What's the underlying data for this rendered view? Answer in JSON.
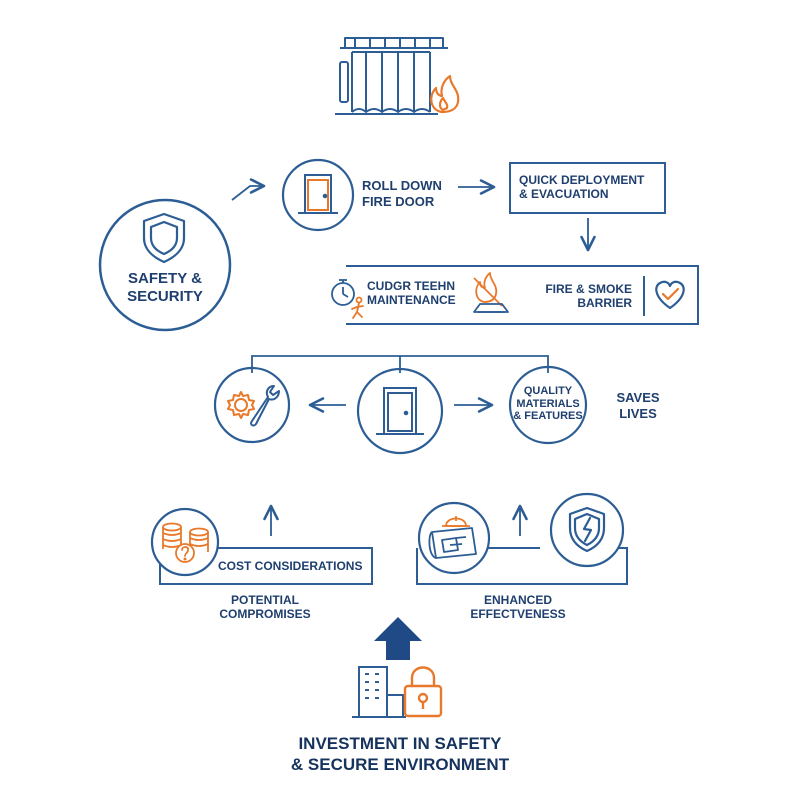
{
  "colors": {
    "primary_blue": "#2c5d94",
    "dark_navy": "#16335e",
    "accent_orange": "#e8792b",
    "background": "#ffffff"
  },
  "nodes": {
    "safety_security": {
      "label": "SAFETY &\nSECURITY",
      "icon": "shield-icon"
    },
    "roll_down_fire_door": {
      "label": "ROLL DOWN\nFIRE DOOR",
      "icon": "door-icon"
    },
    "quick_deployment": {
      "label": "QUICK DEPLOYMENT\n& EVACUATION"
    },
    "maintenance": {
      "label": "CUDGR TEEHN\nMAINTENANCE",
      "icons": [
        "stopwatch-icon",
        "no-fire-icon"
      ]
    },
    "fire_smoke_barrier": {
      "label": "FIRE & SMOKE\nBARRIER",
      "icon": "heart-check-icon"
    },
    "gear_wrench": {
      "icon": "gear-wrench-icon"
    },
    "center_door": {
      "icon": "door-icon"
    },
    "quality_materials": {
      "label": "QUALITY\nMATERIALS\n& FEATURES"
    },
    "saves_lives": {
      "label": "SAVES\nLIVES"
    },
    "cost_considerations": {
      "label": "COST CONSIDERATIONS",
      "icon": "coins-question-icon"
    },
    "potential_compromises": {
      "label": "POTENTIAL\nCOMPROMISES"
    },
    "enhanced_effectiveness": {
      "label": "ENHANCED\nEFFECTVENESS",
      "icons": [
        "blueprint-hardhat-icon",
        "shield-crack-icon"
      ]
    },
    "investment": {
      "label": "INVESTMENT IN SAFETY\n& SECURE ENVIRONMENT",
      "icons": [
        "building-icon",
        "padlock-icon",
        "up-arrow-icon"
      ]
    },
    "top_illustration": {
      "icon": "curtain-fire-icon"
    }
  }
}
